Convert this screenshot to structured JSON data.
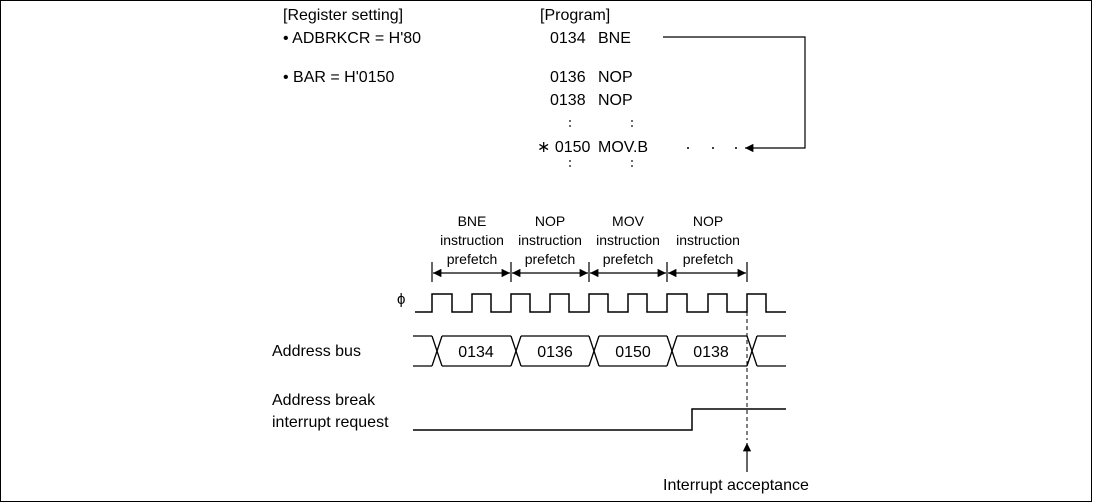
{
  "register_setting": {
    "title": "[Register setting]",
    "items": [
      "• ADBRKCR = H'80",
      "• BAR = H'0150"
    ]
  },
  "program": {
    "title": "[Program]",
    "lines": [
      {
        "addr": "0134",
        "instr": "BNE"
      },
      {
        "addr": "0136",
        "instr": "NOP"
      },
      {
        "addr": "0138",
        "instr": "NOP"
      },
      {
        "addr": "∗ 0150",
        "instr": "MOV.B"
      }
    ]
  },
  "timing": {
    "phases": [
      {
        "line1": "BNE",
        "line2": "instruction",
        "line3": "prefetch"
      },
      {
        "line1": "NOP",
        "line2": "instruction",
        "line3": "prefetch"
      },
      {
        "line1": "MOV",
        "line2": "instruction",
        "line3": "prefetch"
      },
      {
        "line1": "NOP",
        "line2": "instruction",
        "line3": "prefetch"
      }
    ],
    "clock_label": "ϕ",
    "address_bus_label": "Address bus",
    "address_values": [
      "0134",
      "0136",
      "0150",
      "0138"
    ],
    "irq_label_line1": "Address break",
    "irq_label_line2": "interrupt request",
    "acceptance_label": "Interrupt acceptance"
  }
}
